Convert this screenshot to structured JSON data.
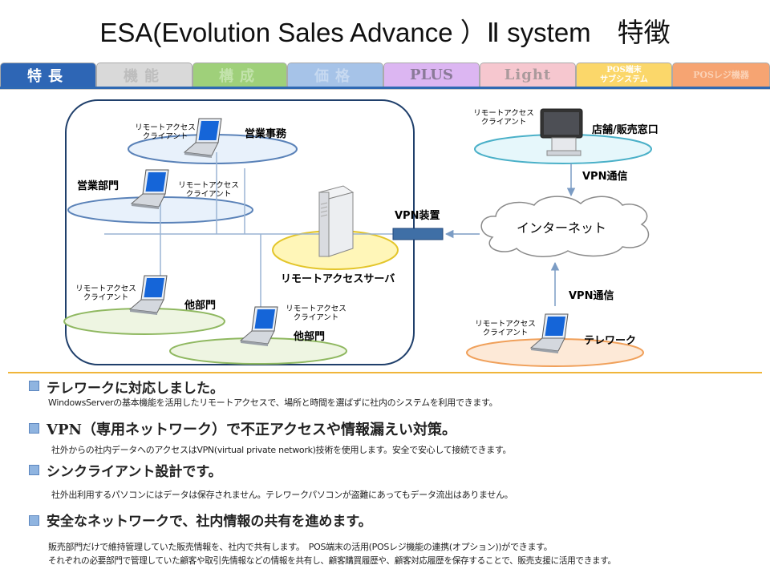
{
  "title": "ESA(Evolution Sales Advance ）Ⅱ system　特徴",
  "tabs": [
    {
      "label": "特長",
      "bg": "#2e66b5",
      "fg": "#ffffff"
    },
    {
      "label": "機能",
      "bg": "#d9d9d9",
      "fg": "#bdbdbd"
    },
    {
      "label": "構成",
      "bg": "#9fd07a",
      "fg": "#c3e3ac"
    },
    {
      "label": "価格",
      "bg": "#a6c3e8",
      "fg": "#c7d9f0"
    },
    {
      "label": "PLUS",
      "bg": "#dcb6f2",
      "fg": "#8a7a98"
    },
    {
      "label": "Light",
      "bg": "#f6c7cf",
      "fg": "#aa9a9c"
    },
    {
      "label": "POS端末\nサブシステム",
      "bg": "#fbd76a",
      "fg": "#ffffff"
    },
    {
      "label": "POSレジ機器",
      "bg": "#f6a472",
      "fg": "#fbd2b6"
    }
  ],
  "diagram": {
    "client_label": "リモートアクセス\nクライアント",
    "sales_office": "営業事務",
    "sales_dept": "営業部門",
    "other_dept_1": "他部門",
    "other_dept_2": "他部門",
    "server": "リモートアクセスサーバ",
    "vpn_device": "VPN装置",
    "internet": "インターネット",
    "store": "店舗/販売窓口",
    "vpn_comm_top": "VPN通信",
    "vpn_comm_bottom": "VPN通信",
    "telework": "テレワーク"
  },
  "features": [
    {
      "heading": "テレワークに対応しました。",
      "desc": "WindowsServerの基本機能を活用したリモートアクセスで、場所と時間を選ばずに社内のシステムを利用できます。"
    },
    {
      "heading": "VPN（専用ネットワーク）で不正アクセスや情報漏えい対策。",
      "desc": "社外からの社内データへのアクセスはVPN(virtual private network)技術を使用します。安全で安心して接続できます。"
    },
    {
      "heading": "シンクライアント設計です。",
      "desc": "社外出利用するパソコンにはデータは保存されません。テレワークパソコンが盗難にあってもデータ流出はありません。"
    },
    {
      "heading": "安全なネットワークで、社内情報の共有を進めます。",
      "desc": "販売部門だけで維持管理していた販売情報を、社内で共有します。　POS端末の活用(POSレジ機能の連携(オプション))ができます。",
      "desc2": "それぞれの必要部門で管理していた顧客や取引先情報などの情報を共有し、顧客購買履歴や、顧客対応履歴を保存することで、販売支援に活用できます。"
    }
  ]
}
